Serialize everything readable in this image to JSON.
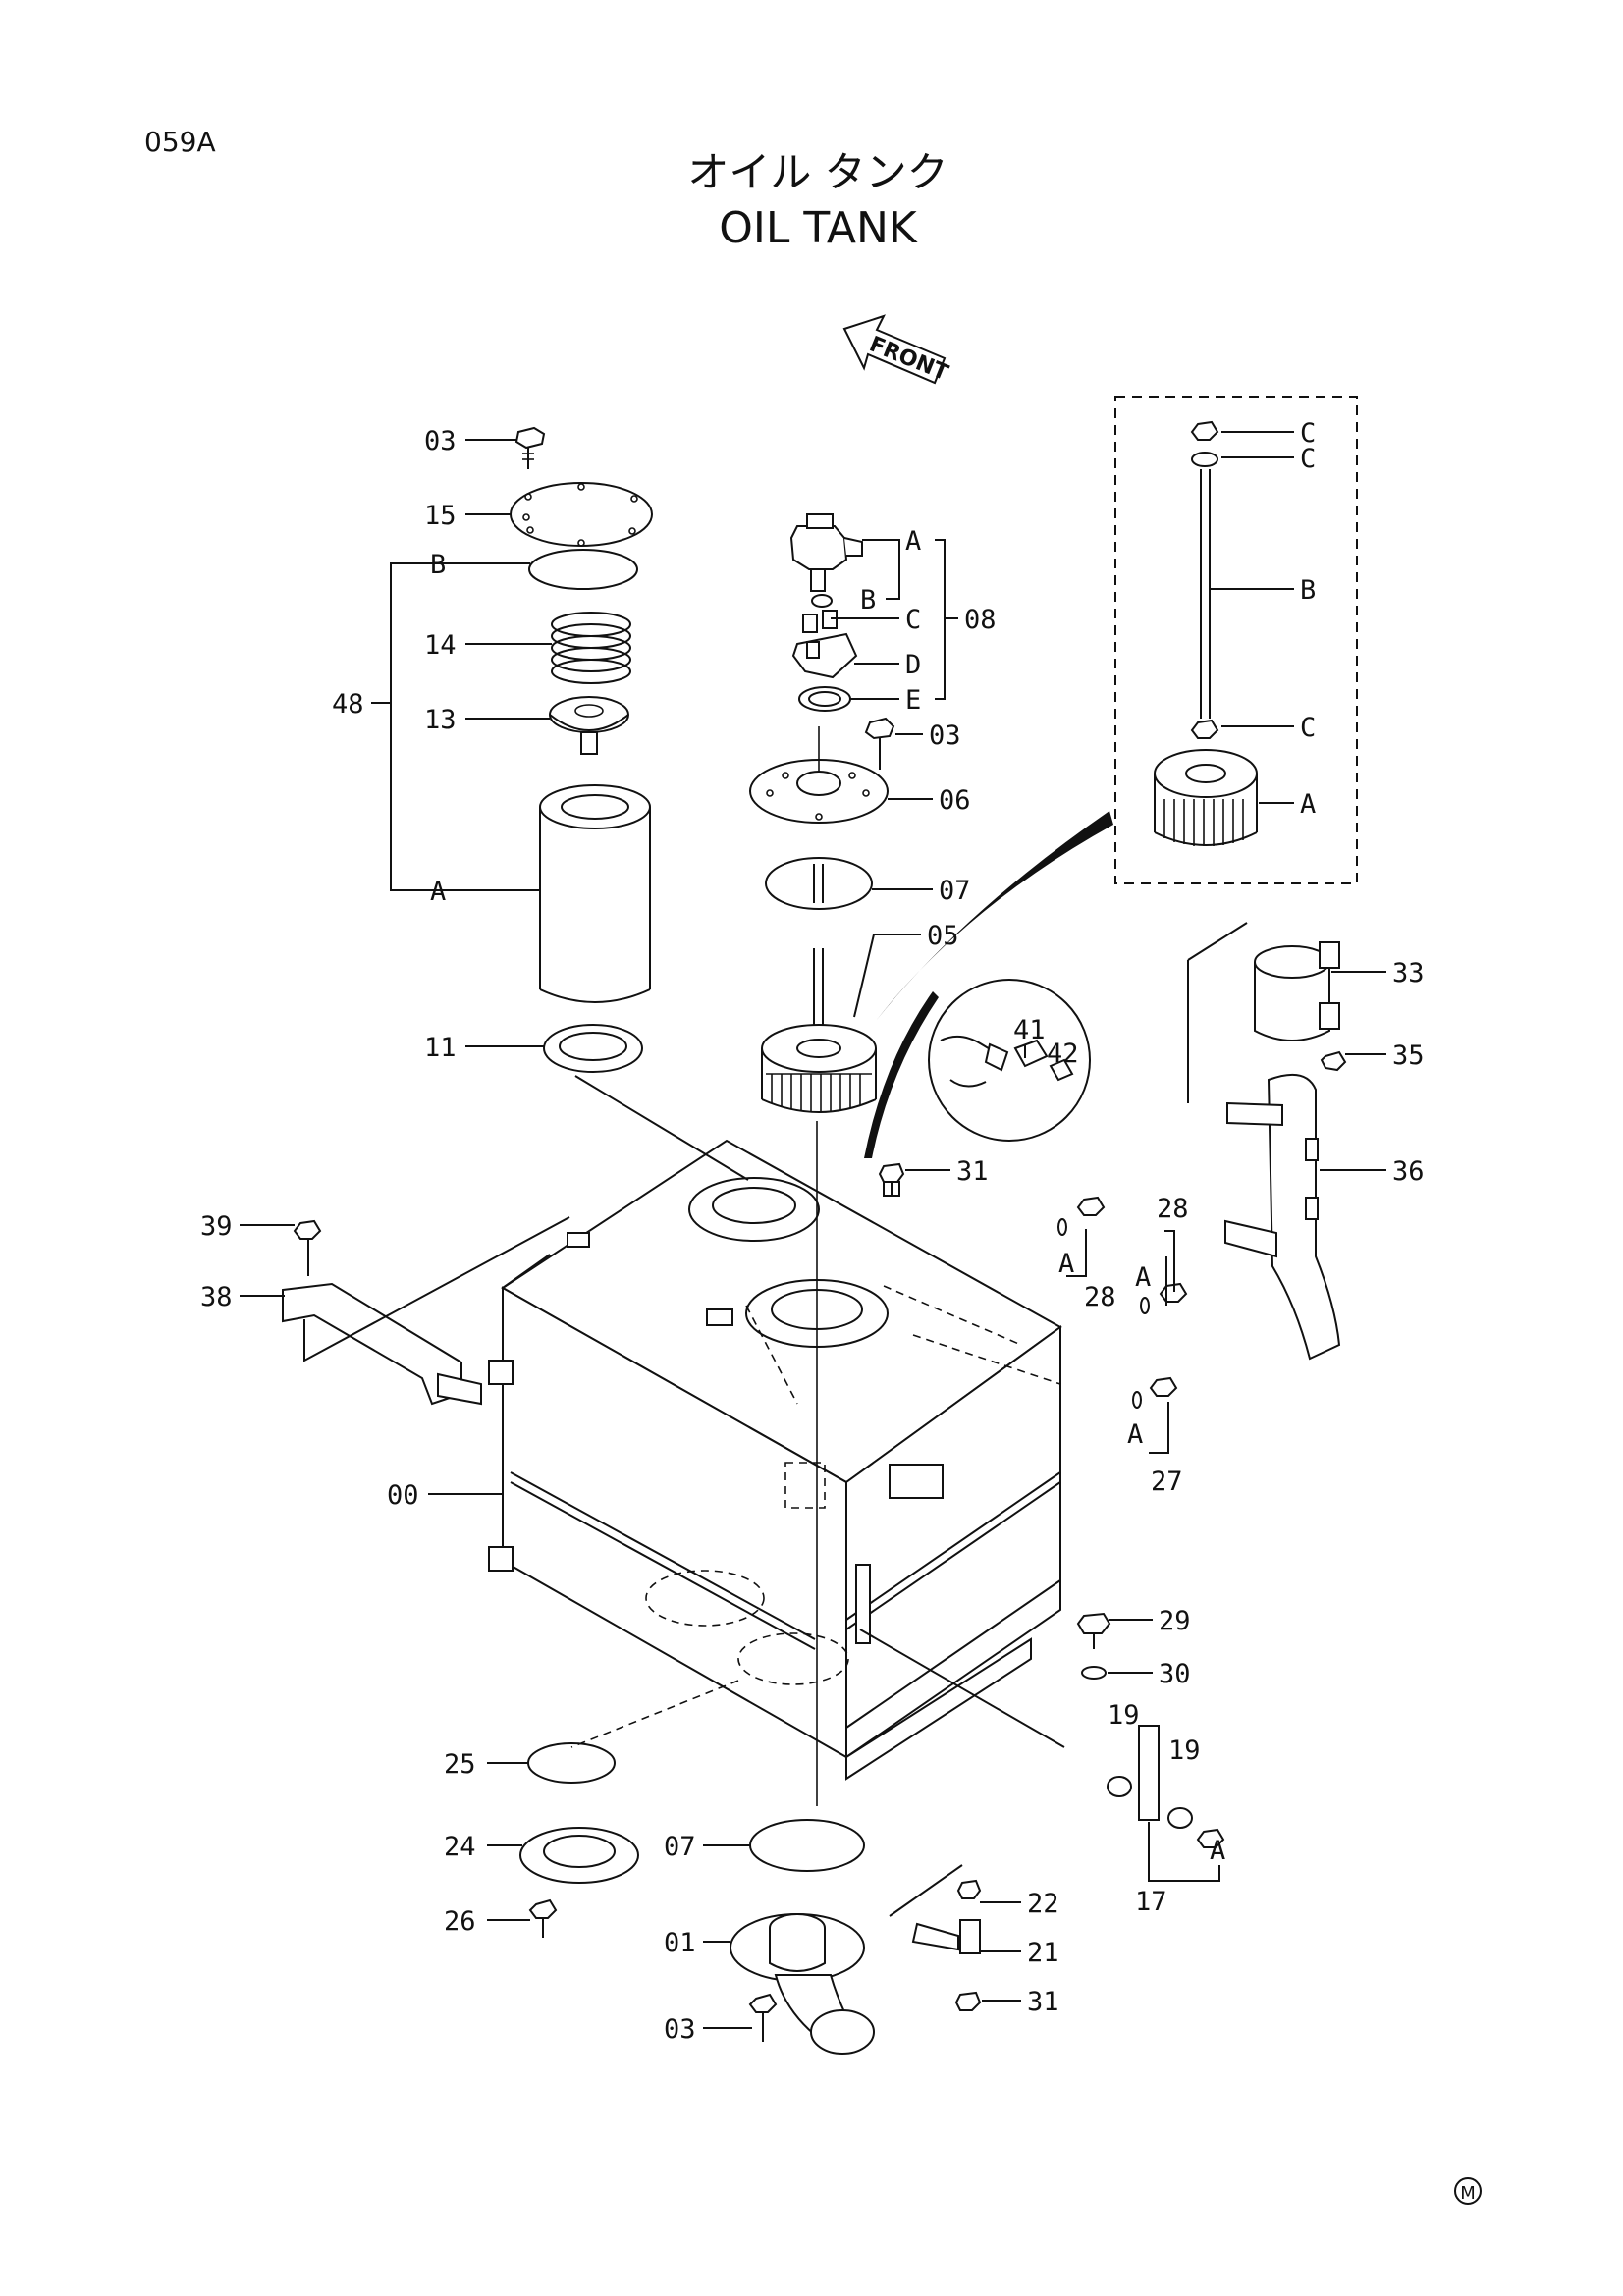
{
  "page_code": "059A",
  "title_jp": "オイル タンク",
  "title_en": "OIL TANK",
  "front_label": "FRONT",
  "corner_mark": "M",
  "labels": {
    "03a": "03",
    "15": "15",
    "Bl": "B",
    "14": "14",
    "48": "48",
    "13": "13",
    "Al": "A",
    "11": "11",
    "39": "39",
    "38": "38",
    "00": "00",
    "Ac": "A",
    "Bc": "B",
    "Cc": "C",
    "Dc": "D",
    "Ec": "E",
    "08": "08",
    "03b": "03",
    "06": "06",
    "07a": "07",
    "05": "05",
    "41": "41",
    "42": "42",
    "31a": "31",
    "C1": "C",
    "C2": "C",
    "Bd": "B",
    "C3": "C",
    "Ad": "A",
    "33": "33",
    "35": "35",
    "36": "36",
    "28a": "28",
    "28b": "28",
    "A28a": "A",
    "A28b": "A",
    "27": "27",
    "A27": "A",
    "29": "29",
    "30": "30",
    "19a": "19",
    "19b": "19",
    "17": "17",
    "A17": "A",
    "25": "25",
    "24": "24",
    "26": "26",
    "07b": "07",
    "22": "22",
    "01": "01",
    "21": "21",
    "03c": "03",
    "31b": "31"
  }
}
